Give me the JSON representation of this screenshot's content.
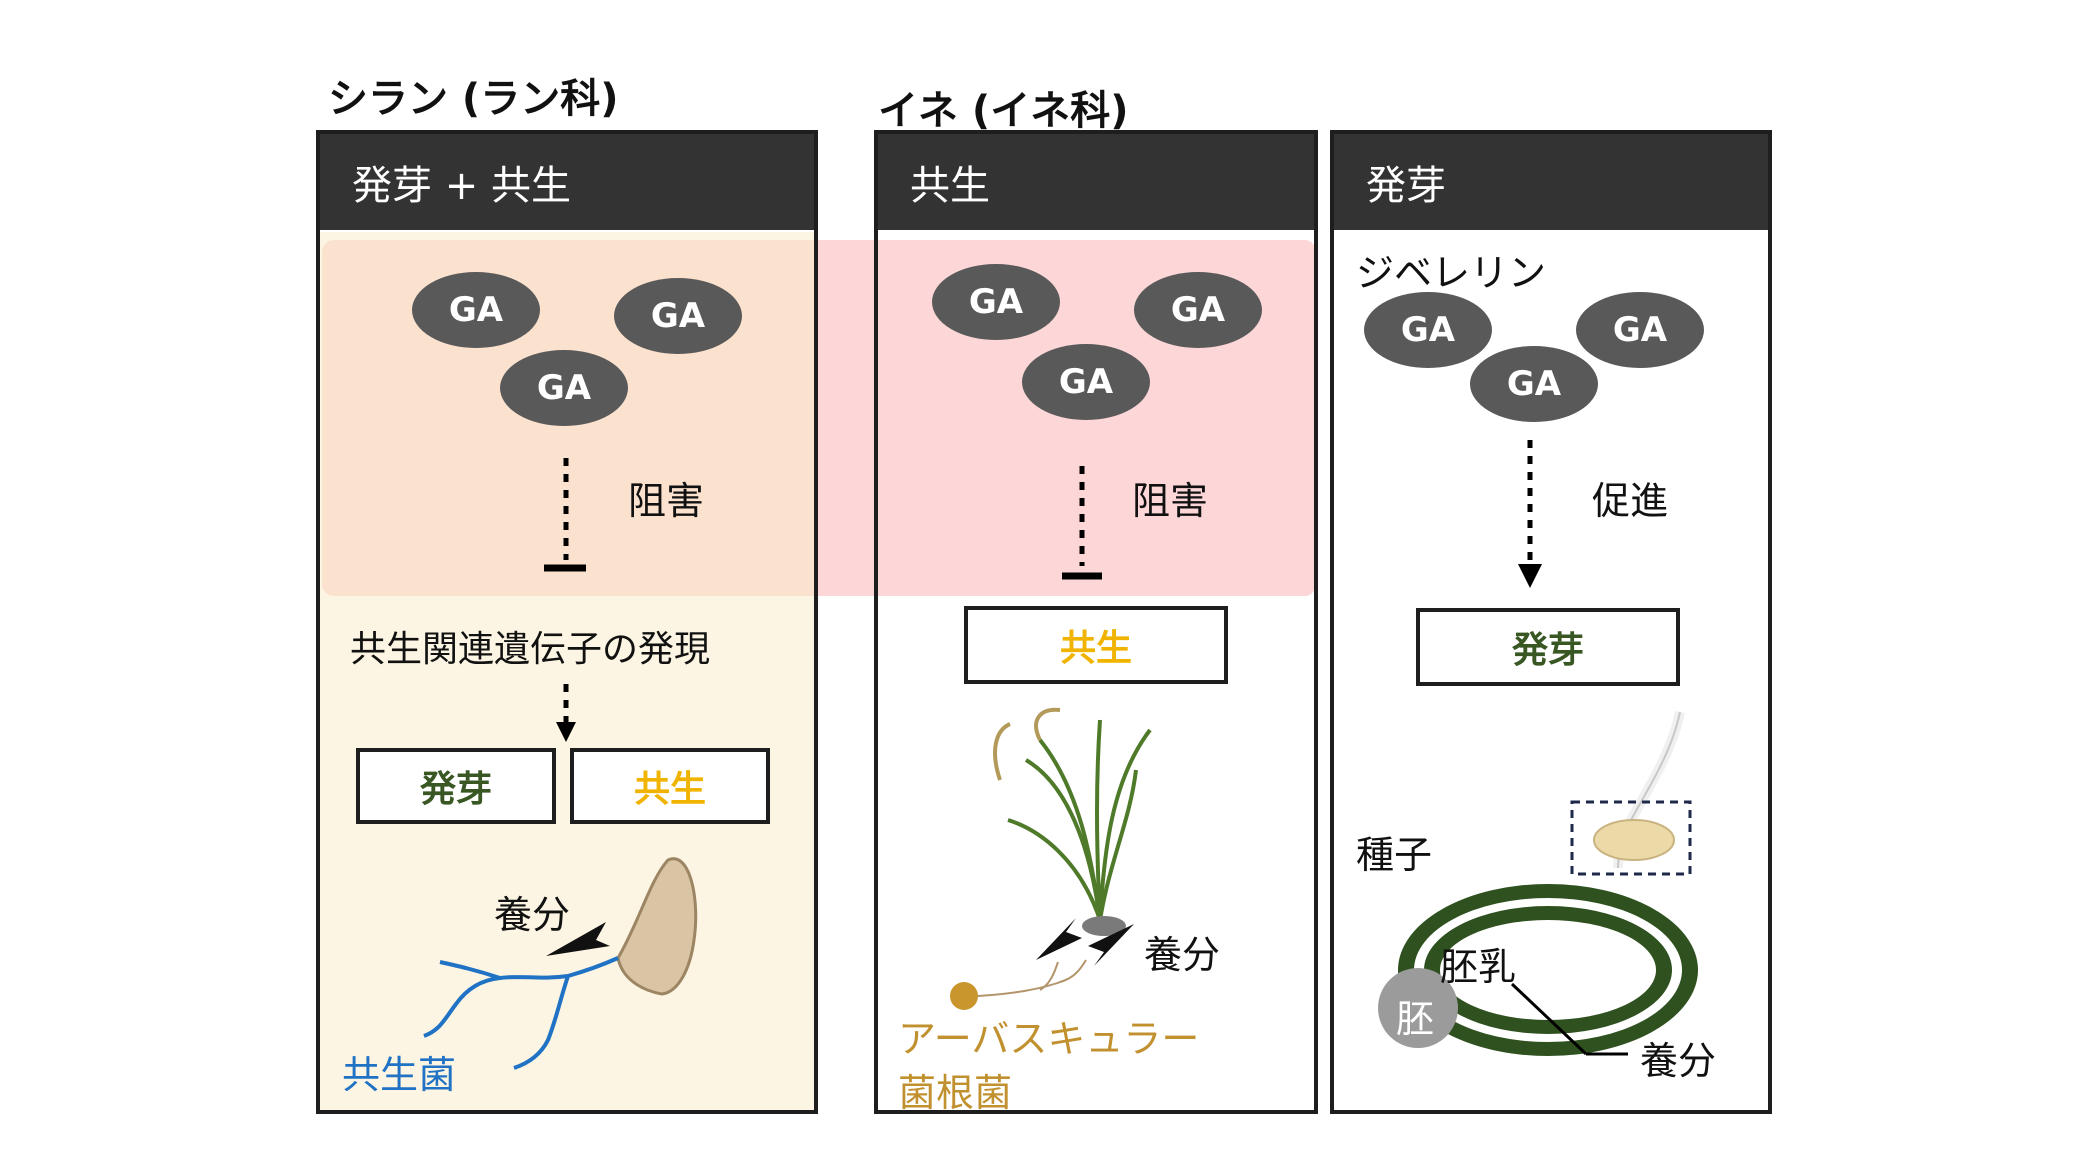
{
  "groups": {
    "orchid": "シラン (ラン科)",
    "rice": "イネ (イネ科)"
  },
  "panels": {
    "left": {
      "header": "発芽 + 共生",
      "ga": [
        "GA",
        "GA",
        "GA"
      ],
      "inhibit_label": "阻害",
      "gene_expression": "共生関連遺伝子の発現",
      "box_germination": "発芽",
      "box_symbiosis": "共生",
      "nutrient": "養分",
      "fungus": "共生菌"
    },
    "middle": {
      "header": "共生",
      "ga": [
        "GA",
        "GA",
        "GA"
      ],
      "inhibit_label": "阻害",
      "box_symbiosis": "共生",
      "nutrient": "養分",
      "fungus_line1": "アーバスキュラー",
      "fungus_line2": "菌根菌"
    },
    "right": {
      "header": "発芽",
      "gibberellin": "ジベレリン",
      "ga": [
        "GA",
        "GA",
        "GA"
      ],
      "promote_label": "促進",
      "box_germination": "発芽",
      "seed": "種子",
      "endosperm": "胚乳",
      "embryo": "胚",
      "nutrient": "養分"
    }
  },
  "colors": {
    "header_bg": "#333333",
    "ga_fill": "#595959",
    "left_bg": "#fdf5e3",
    "left_inhibit_zone": "#fbe2cf",
    "rice_inhibit_zone": "#fdd7d8",
    "germination_text": "#385723",
    "symbiosis_text": "#f0b400",
    "fungus_blue": "#1f72c4",
    "am_fungus_gold": "#c19130",
    "seed_ring": "#2f5120"
  }
}
